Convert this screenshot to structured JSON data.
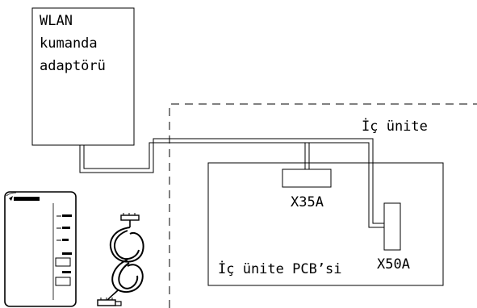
{
  "diagram": {
    "adapter": {
      "line1": "WLAN",
      "line2": "kumanda",
      "line3": "adaptörü"
    },
    "indoor_unit_label": "İç ünite",
    "pcb_label": "İç ünite PCB’si",
    "connector_x35a": "X35A",
    "connector_x50a": "X50A"
  }
}
